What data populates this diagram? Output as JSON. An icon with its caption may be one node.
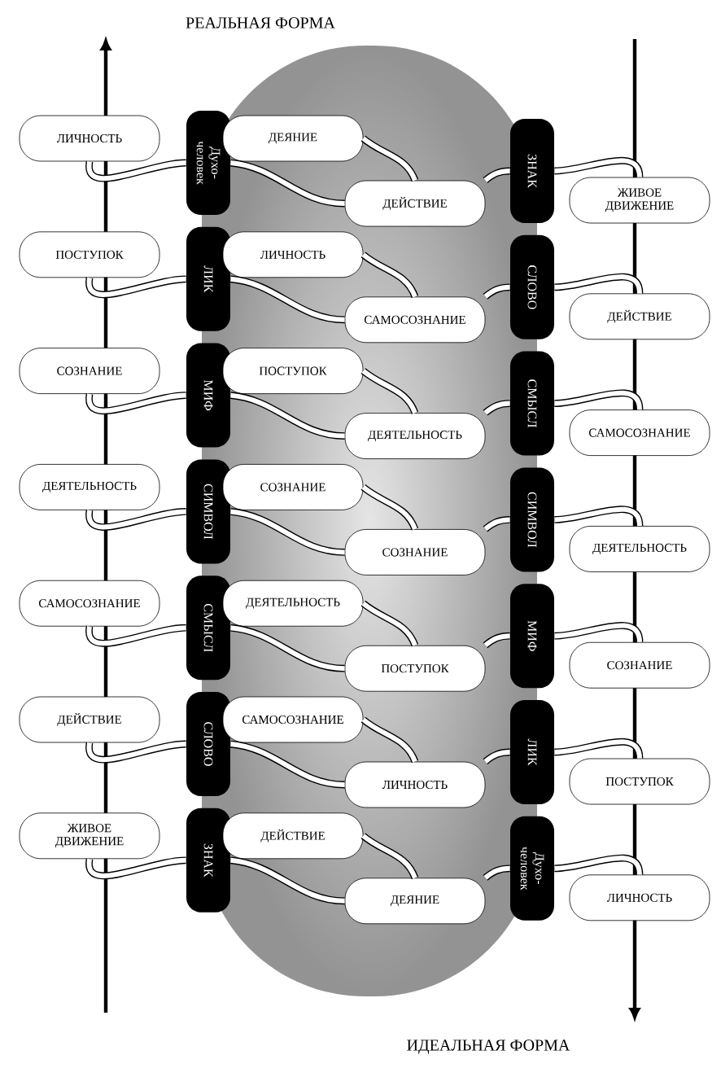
{
  "diagram": {
    "nodes": [
      {
        "text": [
          "ЛИЧНОСТЬ"
        ]
      },
      {
        "text": [
          "Духо-человек"
        ]
      },
      {
        "text": [
          "ДЕЯНИЕ"
        ]
      },
      {
        "text": [
          "ДЕЙСТВИЕ"
        ]
      },
      {
        "text": [
          "ЗНАК"
        ]
      },
      {
        "text": [
          "ЖИВОЕ ДВИЖЕНИЕ"
        ]
      },
      {
        "text": [
          "ПОСТУПОК"
        ]
      },
      {
        "text": [
          "ЛИК"
        ]
      },
      {
        "text": [
          "ЛИЧНОСТЬ"
        ]
      },
      {
        "text": [
          "САМОСОЗНАНИЕ"
        ]
      },
      {
        "text": [
          "СЛОВО"
        ]
      },
      {
        "text": [
          "ДЕЙСТВИЕ"
        ]
      },
      {
        "text": [
          "СОЗНАНИЕ"
        ]
      },
      {
        "text": [
          "МИФ"
        ]
      },
      {
        "text": [
          "ПОСТУПОК"
        ]
      },
      {
        "text": [
          "ДЕЯТЕЛЬНОСТЬ"
        ]
      },
      {
        "text": [
          "СМЫСЛ"
        ]
      },
      {
        "text": [
          "САМОСОЗНАНИЕ"
        ]
      },
      {
        "text": [
          "ДЕЯТЕЛЬНОСТЬ"
        ]
      },
      {
        "text": [
          "СИМВОЛ"
        ]
      },
      {
        "text": [
          "СОЗНАНИЕ"
        ]
      },
      {
        "text": [
          "СОЗНАНИЕ"
        ]
      },
      {
        "text": [
          "СИМВОЛ"
        ]
      },
      {
        "text": [
          "ДЕЯТЕЛЬНОСТЬ"
        ]
      },
      {
        "text": [
          "САМОСОЗНАНИЕ"
        ]
      },
      {
        "text": [
          "СМЫСЛ"
        ]
      },
      {
        "text": [
          "ДЕЯТЕЛЬНОСТЬ"
        ]
      },
      {
        "text": [
          "ПОСТУПОК"
        ]
      },
      {
        "text": [
          "МИФ"
        ]
      },
      {
        "text": [
          "СОЗНАНИЕ"
        ]
      },
      {
        "text": [
          "ДЕЙСТВИЕ"
        ]
      },
      {
        "text": [
          "СЛОВО"
        ]
      },
      {
        "text": [
          "САМОСОЗНАНИЕ"
        ]
      },
      {
        "text": [
          "ЛИЧНОСТЬ"
        ]
      },
      {
        "text": [
          "ЛИК"
        ]
      },
      {
        "text": [
          "ПОСТУПОК"
        ]
      },
      {
        "text": [
          "ЖИВОЕ ДВИЖЕНИЕ"
        ]
      },
      {
        "text": [
          "ЗНАК"
        ]
      },
      {
        "text": [
          "ДЕЙСТВИЕ"
        ]
      },
      {
        "text": [
          "ДЕЯНИЕ"
        ]
      },
      {
        "text": [
          "Духо-человек"
        ]
      },
      {
        "text": [
          "ЛИЧНОСТЬ"
        ]
      }
    ],
    "edges": [
      {
        "from": 0,
        "to": 1,
        "arrow": "none"
      },
      {
        "from": 1,
        "to": 3,
        "arrow": "none"
      },
      {
        "from": 2,
        "to": 3,
        "arrow": "none"
      },
      {
        "from": 3,
        "to": 4,
        "arrow": "none"
      },
      {
        "from": 4,
        "to": 5,
        "arrow": "none"
      },
      {
        "from": 6,
        "to": 7,
        "arrow": "none"
      },
      {
        "from": 7,
        "to": 9,
        "arrow": "none"
      },
      {
        "from": 8,
        "to": 9,
        "arrow": "none"
      },
      {
        "from": 9,
        "to": 10,
        "arrow": "none"
      },
      {
        "from": 10,
        "to": 11,
        "arrow": "none"
      },
      {
        "from": 12,
        "to": 13,
        "arrow": "none"
      },
      {
        "from": 13,
        "to": 15,
        "arrow": "none"
      },
      {
        "from": 14,
        "to": 15,
        "arrow": "none"
      },
      {
        "from": 15,
        "to": 16,
        "arrow": "none"
      },
      {
        "from": 16,
        "to": 17,
        "arrow": "none"
      },
      {
        "from": 18,
        "to": 19,
        "arrow": "none"
      },
      {
        "from": 19,
        "to": 21,
        "arrow": "none"
      },
      {
        "from": 20,
        "to": 21,
        "arrow": "none"
      },
      {
        "from": 21,
        "to": 22,
        "arrow": "none"
      },
      {
        "from": 22,
        "to": 23,
        "arrow": "none"
      },
      {
        "from": 24,
        "to": 25,
        "arrow": "none"
      },
      {
        "from": 25,
        "to": 27,
        "arrow": "none"
      },
      {
        "from": 26,
        "to": 27,
        "arrow": "none"
      },
      {
        "from": 27,
        "to": 28,
        "arrow": "none"
      },
      {
        "from": 28,
        "to": 29,
        "arrow": "none"
      },
      {
        "from": 30,
        "to": 31,
        "arrow": "none"
      },
      {
        "from": 31,
        "to": 33,
        "arrow": "none"
      },
      {
        "from": 32,
        "to": 33,
        "arrow": "none"
      },
      {
        "from": 33,
        "to": 34,
        "arrow": "none"
      },
      {
        "from": 34,
        "to": 35,
        "arrow": "none"
      },
      {
        "from": 36,
        "to": 37,
        "arrow": "none"
      },
      {
        "from": 37,
        "to": 39,
        "arrow": "none"
      },
      {
        "from": 38,
        "to": 39,
        "arrow": "none"
      },
      {
        "from": 39,
        "to": 40,
        "arrow": "none"
      },
      {
        "from": 40,
        "to": 41,
        "arrow": "none"
      }
    ],
    "labels": [
      "РЕАЛЬНАЯ ФОРМА",
      "ИДЕАЛЬНАЯ ФОРМА"
    ]
  }
}
